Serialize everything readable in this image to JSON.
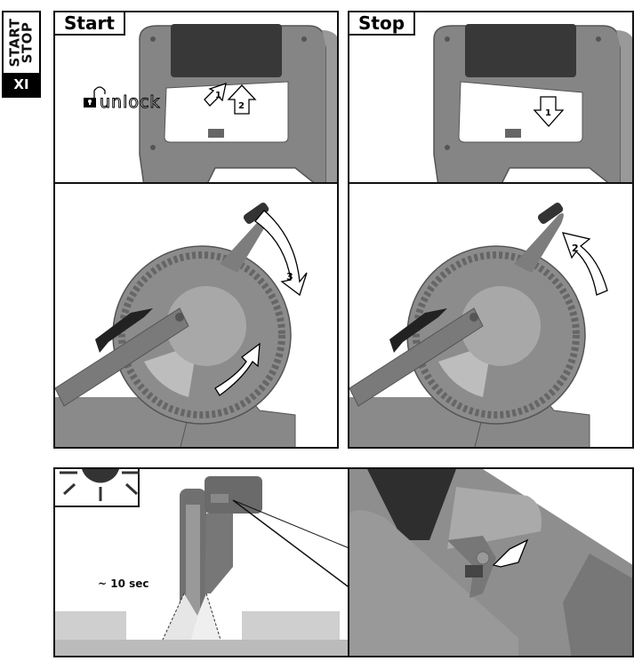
{
  "side_tab": {
    "line1": "START",
    "line2": "STOP",
    "section": "XI"
  },
  "panels": {
    "start_handle": {
      "label": "Start",
      "unlock_text": "unlock",
      "step1": "1",
      "step2": "2"
    },
    "stop_handle": {
      "label": "Stop",
      "step1": "1"
    },
    "start_saw": {
      "step3": "3"
    },
    "stop_saw": {
      "step2": "2"
    },
    "light": {
      "duration": "~ 10 sec"
    },
    "detail": {}
  },
  "colors": {
    "border": "#111111",
    "body_gray": "#7a7a7a",
    "grip_dark": "#3a3a3a",
    "blade_light": "#b8b8b8"
  }
}
